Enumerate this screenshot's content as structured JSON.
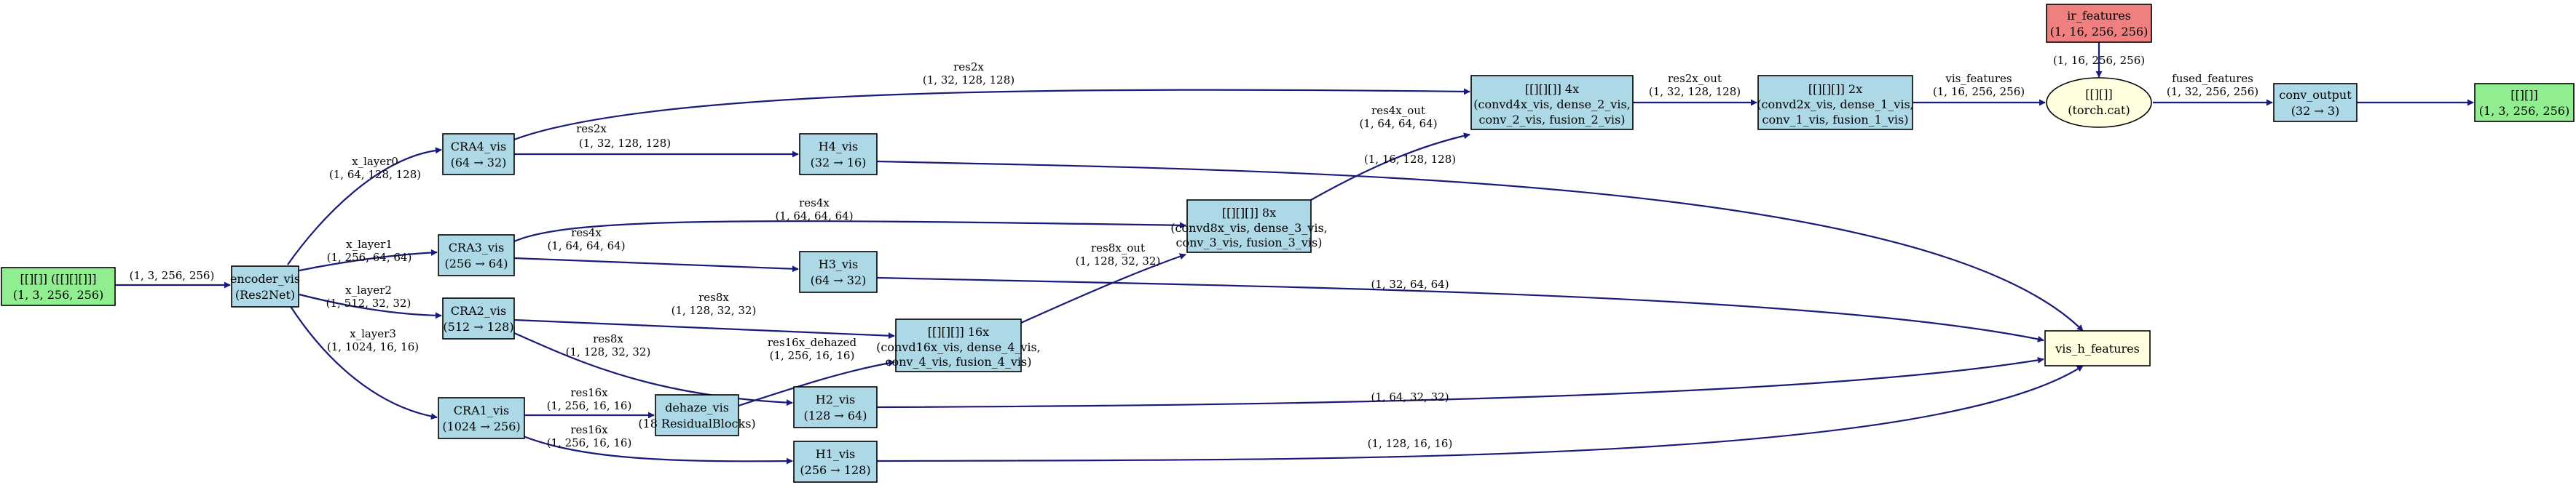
{
  "colors": {
    "blue_node": "#add8e6",
    "green_node": "#90ee90",
    "red_node": "#f08080",
    "yellow_node": "#ffffe0",
    "edge": "#1a1a7a"
  },
  "nodes": {
    "input": {
      "l1": "[[][]] ([[][][]]]",
      "l2": "(1, 3, 256, 256)"
    },
    "encoder": {
      "l1": "encoder_vis",
      "l2": "(Res2Net)"
    },
    "cra4": {
      "l1": "CRA4_vis",
      "l2": "(64 → 32)"
    },
    "cra3": {
      "l1": "CRA3_vis",
      "l2": "(256 → 64)"
    },
    "cra2": {
      "l1": "CRA2_vis",
      "l2": "(512 → 128)"
    },
    "cra1": {
      "l1": "CRA1_vis",
      "l2": "(1024 → 256)"
    },
    "h4": {
      "l1": "H4_vis",
      "l2": "(32 → 16)"
    },
    "h3": {
      "l1": "H3_vis",
      "l2": "(64 → 32)"
    },
    "h2": {
      "l1": "H2_vis",
      "l2": "(128 → 64)"
    },
    "h1": {
      "l1": "H1_vis",
      "l2": "(256 → 128)"
    },
    "dehaze": {
      "l1": "dehaze_vis",
      "l2": "(18 ResidualBlocks)"
    },
    "dec16": {
      "l1": "[[][][]] 16x",
      "l2": "(convd16x_vis, dense_4_vis,",
      "l3": "conv_4_vis, fusion_4_vis)"
    },
    "dec8": {
      "l1": "[[][][]] 8x",
      "l2": "(convd8x_vis, dense_3_vis,",
      "l3": "conv_3_vis, fusion_3_vis)"
    },
    "dec4": {
      "l1": "[[][][]] 4x",
      "l2": "(convd4x_vis, dense_2_vis,",
      "l3": "conv_2_vis, fusion_2_vis)"
    },
    "dec2": {
      "l1": "[[][][]] 2x",
      "l2": "(convd2x_vis, dense_1_vis,",
      "l3": "conv_1_vis, fusion_1_vis)"
    },
    "ir": {
      "l1": "ir_features",
      "l2": "(1, 16, 256, 256)"
    },
    "concat": {
      "l1": "[[][]]",
      "l2": "(torch.cat)"
    },
    "convout": {
      "l1": "conv_output",
      "l2": "(32 → 3)"
    },
    "output": {
      "l1": "[[][]]",
      "l2": "(1, 3, 256, 256)"
    },
    "vish": {
      "l1": "vis_h_features"
    }
  },
  "edges": {
    "in_enc": {
      "a": "(1, 3, 256, 256)"
    },
    "enc_cra4": {
      "a": "x_layer0",
      "b": "(1, 64, 128, 128)"
    },
    "enc_cra3": {
      "a": "x_layer1",
      "b": "(1, 256, 64, 64)"
    },
    "enc_cra2": {
      "a": "x_layer2",
      "b": "(1, 512, 32, 32)"
    },
    "enc_cra1": {
      "a": "x_layer3",
      "b": "(1, 1024, 16, 16)"
    },
    "cra4_dec4": {
      "a": "res2x",
      "b": "(1, 32, 128, 128)"
    },
    "cra4_h4": {
      "a": "res2x",
      "b": "(1, 32, 128, 128)"
    },
    "cra3_dec8": {
      "a": "res4x",
      "b": "(1, 64, 64, 64)"
    },
    "cra3_h3": {
      "a": "res4x",
      "b": "(1, 64, 64, 64)"
    },
    "cra2_dec16": {
      "a": "res8x",
      "b": "(1, 128, 32, 32)"
    },
    "cra2_h2": {
      "a": "res8x",
      "b": "(1, 128, 32, 32)"
    },
    "cra1_dehaze": {
      "a": "res16x",
      "b": "(1, 256, 16, 16)"
    },
    "cra1_h1": {
      "a": "res16x",
      "b": "(1, 256, 16, 16)"
    },
    "dehaze_dec16": {
      "a": "res16x_dehazed",
      "b": "(1, 256, 16, 16)"
    },
    "dec16_dec8": {
      "a": "res8x_out",
      "b": "(1, 128, 32, 32)"
    },
    "dec8_dec4": {
      "a": "res4x_out",
      "b": "(1, 64, 64, 64)"
    },
    "dec4_dec2": {
      "a": "res2x_out",
      "b": "(1, 32, 128, 128)"
    },
    "dec2_concat": {
      "a": "vis_features",
      "b": "(1, 16, 256, 256)"
    },
    "ir_concat": {
      "a": "(1, 16, 256, 256)"
    },
    "concat_convout": {
      "a": "fused_features",
      "b": "(1, 32, 256, 256)"
    },
    "h4_vish": {
      "a": "(1, 16, 128, 128)"
    },
    "h3_vish": {
      "a": "(1, 32, 64, 64)"
    },
    "h2_vish": {
      "a": "(1, 64, 32, 32)"
    },
    "h1_vish": {
      "a": "(1, 128, 16, 16)"
    }
  }
}
